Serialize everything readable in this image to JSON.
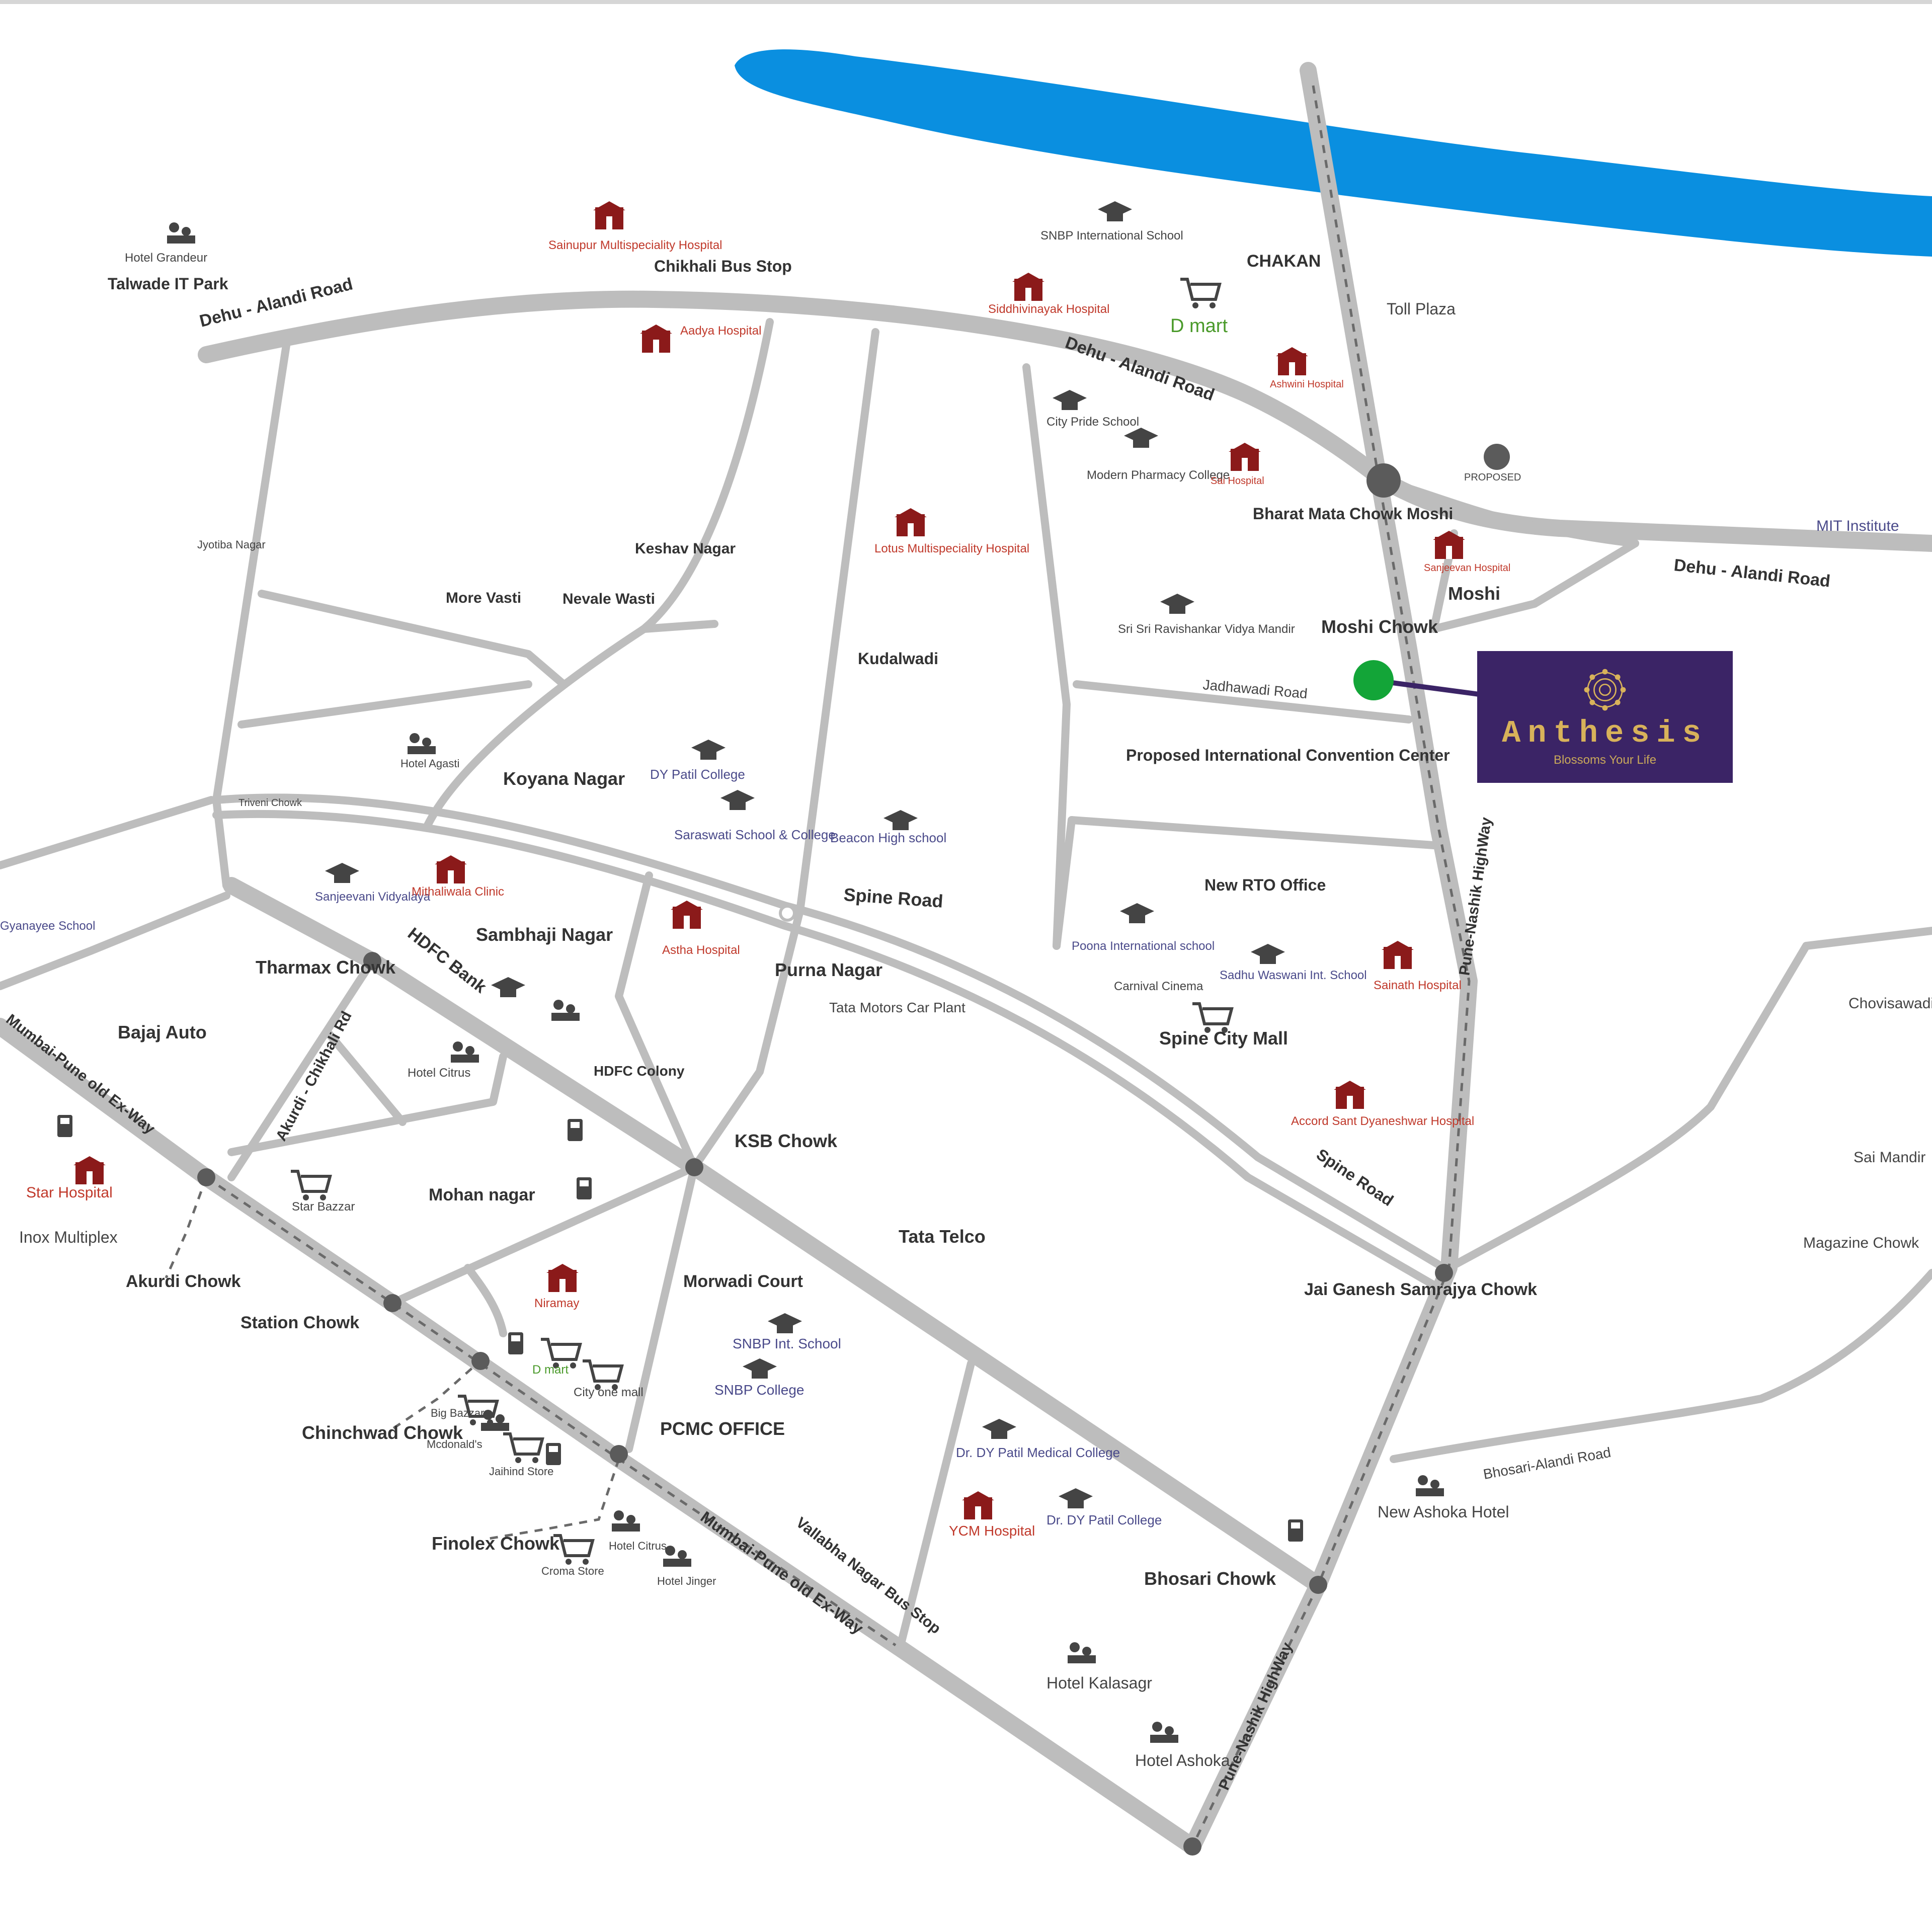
{
  "colors": {
    "river": "#0a8fe0",
    "road": "#bdbdbd",
    "node": "#5b5b5b",
    "project_marker": "#13a538",
    "brand_bg": "#3b2466",
    "brand_gold": "#d8b25a",
    "hospital_label": "#c0392b",
    "school_label": "#4a4a8a"
  },
  "roads": {
    "dehu_alandi_west": "Dehu - Alandi Road",
    "dehu_alandi_mid": "Dehu - Alandi Road",
    "dehu_alandi_east": "Dehu - Alandi Road",
    "pune_nashik_north": "Pune-Nashik HighWay",
    "pune_nashik_south": "Pune-Nashik HighWay",
    "mumbai_pune_north": "Mumbai-Pune old Ex-Way",
    "mumbai_pune_south": "Mumbai-Pune old Ex-Way",
    "spine_road_1": "Spine Road",
    "spine_road_2": "Spine Road",
    "akurdi_chikhali": "Akurdi - Chikhali Rd",
    "jadhavwadi": "Jadhawadi Road",
    "bhosari_alandi": "Bhosari-Alandi Road",
    "mit_institute": "MIT Institute"
  },
  "places": {
    "talwade": "Talwade IT Park",
    "hotel_grandeur": "Hotel Grandeur",
    "sainupur": "Sainupur Multispeciality Hospital",
    "chikhali_bus": "Chikhali Bus Stop",
    "aadya": "Aadya Hospital",
    "snbp_intl": "SNBP International School",
    "chakan": "CHAKAN",
    "siddhivinayak": "Siddhivinayak Hospital",
    "dmart_1": "D mart",
    "toll_plaza": "Toll Plaza",
    "ashwini": "Ashwini Hospital",
    "city_pride": "City Pride School",
    "modern_pharmacy": "Modern Pharmacy College",
    "sai_hospital": "Sai Hospital",
    "proposed": "PROPOSED",
    "bharat_mata": "Bharat Mata Chowk Moshi",
    "sanjeevan": "Sanjeevan Hospital",
    "moshi": "Moshi",
    "jyotiba": "Jyotiba Nagar",
    "keshav": "Keshav Nagar",
    "more_vasti": "More Vasti",
    "nevale": "Nevale Wasti",
    "lotus": "Lotus Multispeciality Hospital",
    "kudalwadi": "Kudalwadi",
    "sri_sri": "Sri Sri Ravishankar Vidya Mandir",
    "moshi_chowk": "Moshi Chowk",
    "proposed_icc": "Proposed International Convention Center",
    "hotel_agasti": "Hotel Agasti",
    "koyana": "Koyana Nagar",
    "dy_patil": "DY Patil College",
    "saraswati": "Saraswati School & College",
    "triveni": "Triveni Chowk",
    "beacon": "Beacon High school",
    "new_rto": "New RTO Office",
    "nyanayee": "Gyanayee School",
    "sanjeevani_vid": "Sanjeevani Vidyalaya",
    "mithaliwala": "Mithaliwala Clinic",
    "sambhaji": "Sambhaji Nagar",
    "astha": "Astha Hospital",
    "spine_road_top": "Spine Road",
    "poona_intl": "Poona International school",
    "sadhu_vaswani": "Sadhu Waswani Int. School",
    "sainath": "Sainath Hospital",
    "tharmax": "Tharmax Chowk",
    "hdfc_bank": "HDFC Bank",
    "purna_nagar": "Purna Nagar",
    "tata_motors": "Tata Motors Car Plant",
    "carnival": "Carnival Cinema",
    "spine_city_mall": "Spine City Mall",
    "chovisawadi": "Chovisawadi",
    "bajaj_auto": "Bajaj Auto",
    "hotel_citrus_1": "Hotel Citrus",
    "hdfc_colony": "HDFC Colony",
    "accord": "Accord Sant Dyaneshwar Hospital",
    "star_hospital": "Star Hospital",
    "star_bazzar": "Star Bazzar",
    "ksb": "KSB Chowk",
    "mohan_nagar": "Mohan nagar",
    "inox": "Inox Multiplex",
    "sai_mandir": "Sai Mandir",
    "tata_telco": "Tata Telco",
    "magazine": "Magazine Chowk",
    "akurdi_chowk": "Akurdi Chowk",
    "nirmay": "Niramay",
    "morwadi": "Morwadi Court",
    "jai_ganesh": "Jai Ganesh Samrajya Chowk",
    "station_chowk": "Station Chowk",
    "dmart_2": "D mart",
    "city_one": "City one mall",
    "snbp_int_school": "SNBP Int. School",
    "snbp_college": "SNBP College",
    "chinchwad": "Chinchwad Chowk",
    "big_bazzar": "Big Bazzar",
    "mcdonalds": "Mcdonald's",
    "jaihind": "Jaihind Store",
    "pcmc": "PCMC OFFICE",
    "dy_medical": "Dr. DY Patil Medical College",
    "ycm": "YCM Hospital",
    "dy_college": "Dr. DY Patil College",
    "new_ashoka": "New Ashoka Hotel",
    "fineolex": "Finolex Chowk",
    "croma": "Croma Store",
    "hotel_citrus_2": "Hotel Citrus",
    "hotel_jinger": "Hotel Jinger",
    "vallabh": "Vallabha Nagar Bus Stop",
    "bhosari": "Bhosari Chowk",
    "hotel_kalasagar": "Hotel Kalasagr",
    "hotel_ashoka": "Hotel Ashoka"
  },
  "brand": {
    "name": "Anthesis",
    "tagline": "Blossoms Your Life"
  }
}
